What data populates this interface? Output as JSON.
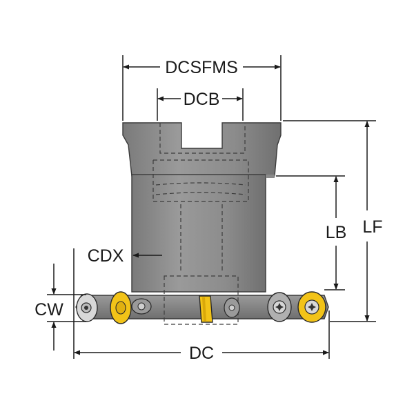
{
  "labels": {
    "dcsfms": "DCSFMS",
    "dcb": "DCB",
    "lf": "LF",
    "lb": "LB",
    "cdx": "CDX",
    "cw": "CW",
    "dc": "DC"
  },
  "colors": {
    "body": "#8f8f8f",
    "body_dark": "#6e6e6e",
    "body_light": "#a8a8a8",
    "insert_yellow": "#f2c318",
    "dim_line": "#1a1a1a"
  }
}
